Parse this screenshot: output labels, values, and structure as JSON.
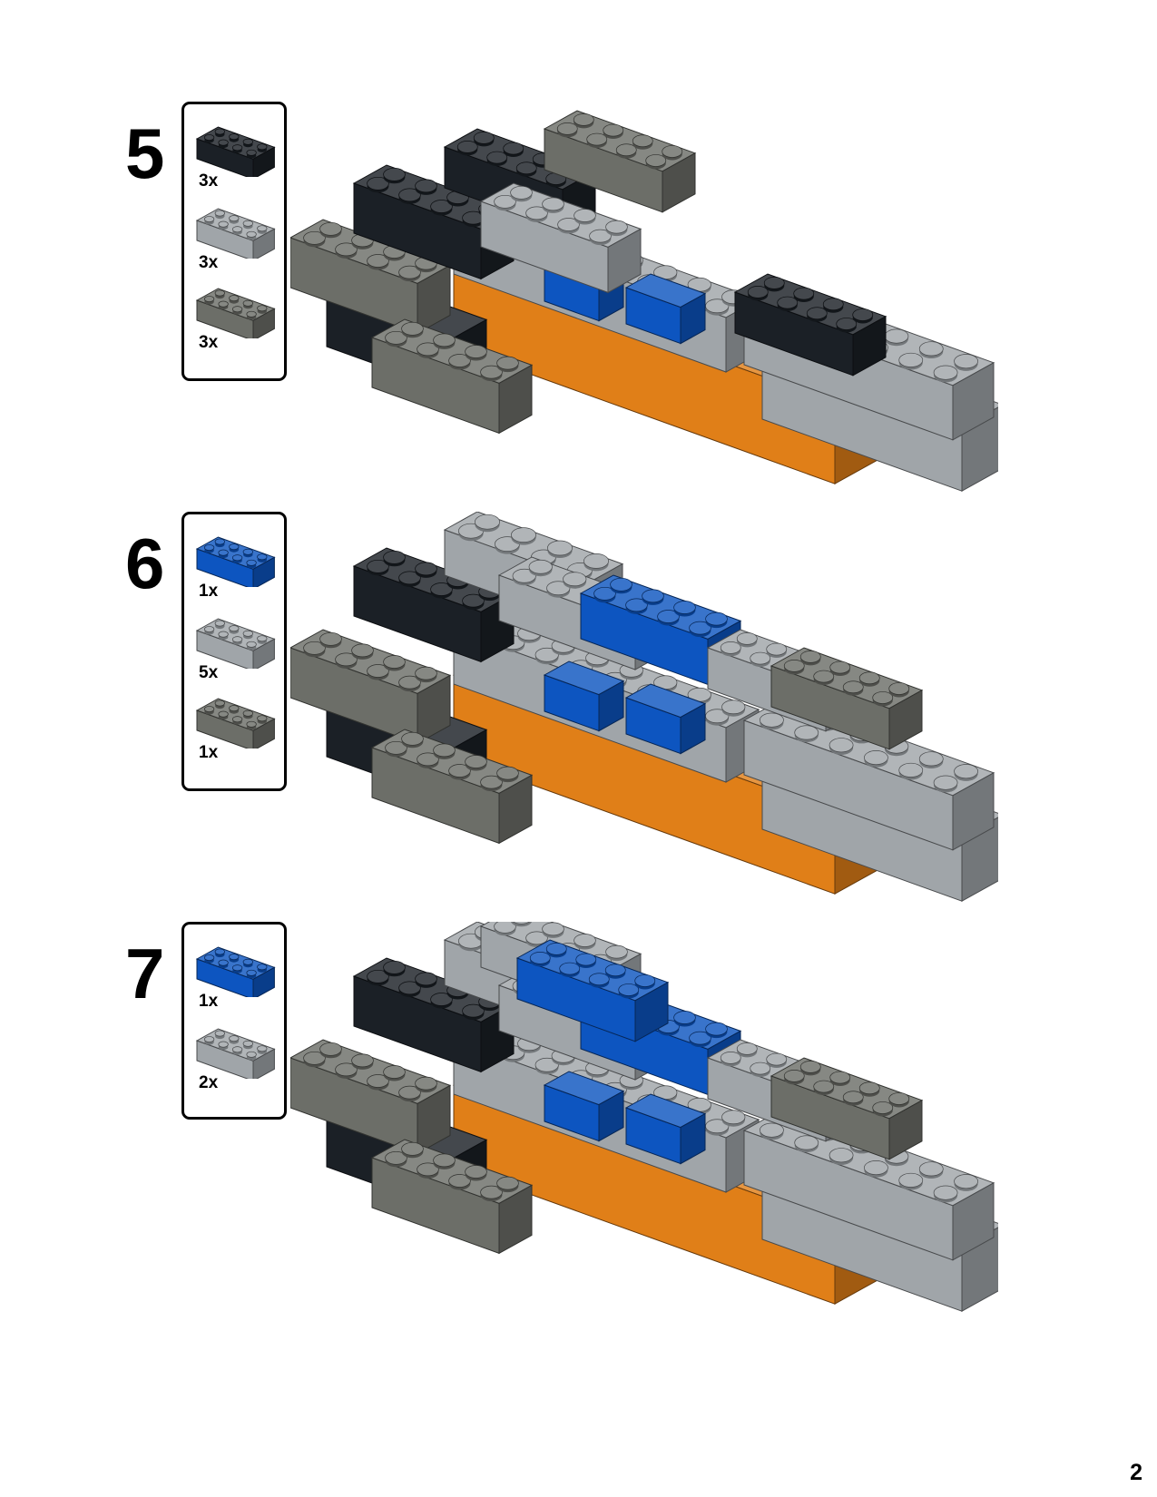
{
  "page_number": "2",
  "colors": {
    "black": "#1b2026",
    "light_gray": "#a0a5a9",
    "dark_gray": "#6c6e68",
    "blue": "#0d55c0",
    "orange": "#e07f18"
  },
  "steps": [
    {
      "number": "5",
      "parts": [
        {
          "color": "black",
          "qty": "3x"
        },
        {
          "color": "light_gray",
          "qty": "3x"
        },
        {
          "color": "dark_gray",
          "qty": "3x"
        }
      ]
    },
    {
      "number": "6",
      "parts": [
        {
          "color": "blue",
          "qty": "1x"
        },
        {
          "color": "light_gray",
          "qty": "5x"
        },
        {
          "color": "dark_gray",
          "qty": "1x"
        }
      ]
    },
    {
      "number": "7",
      "parts": [
        {
          "color": "blue",
          "qty": "1x"
        },
        {
          "color": "light_gray",
          "qty": "2x"
        }
      ]
    }
  ]
}
